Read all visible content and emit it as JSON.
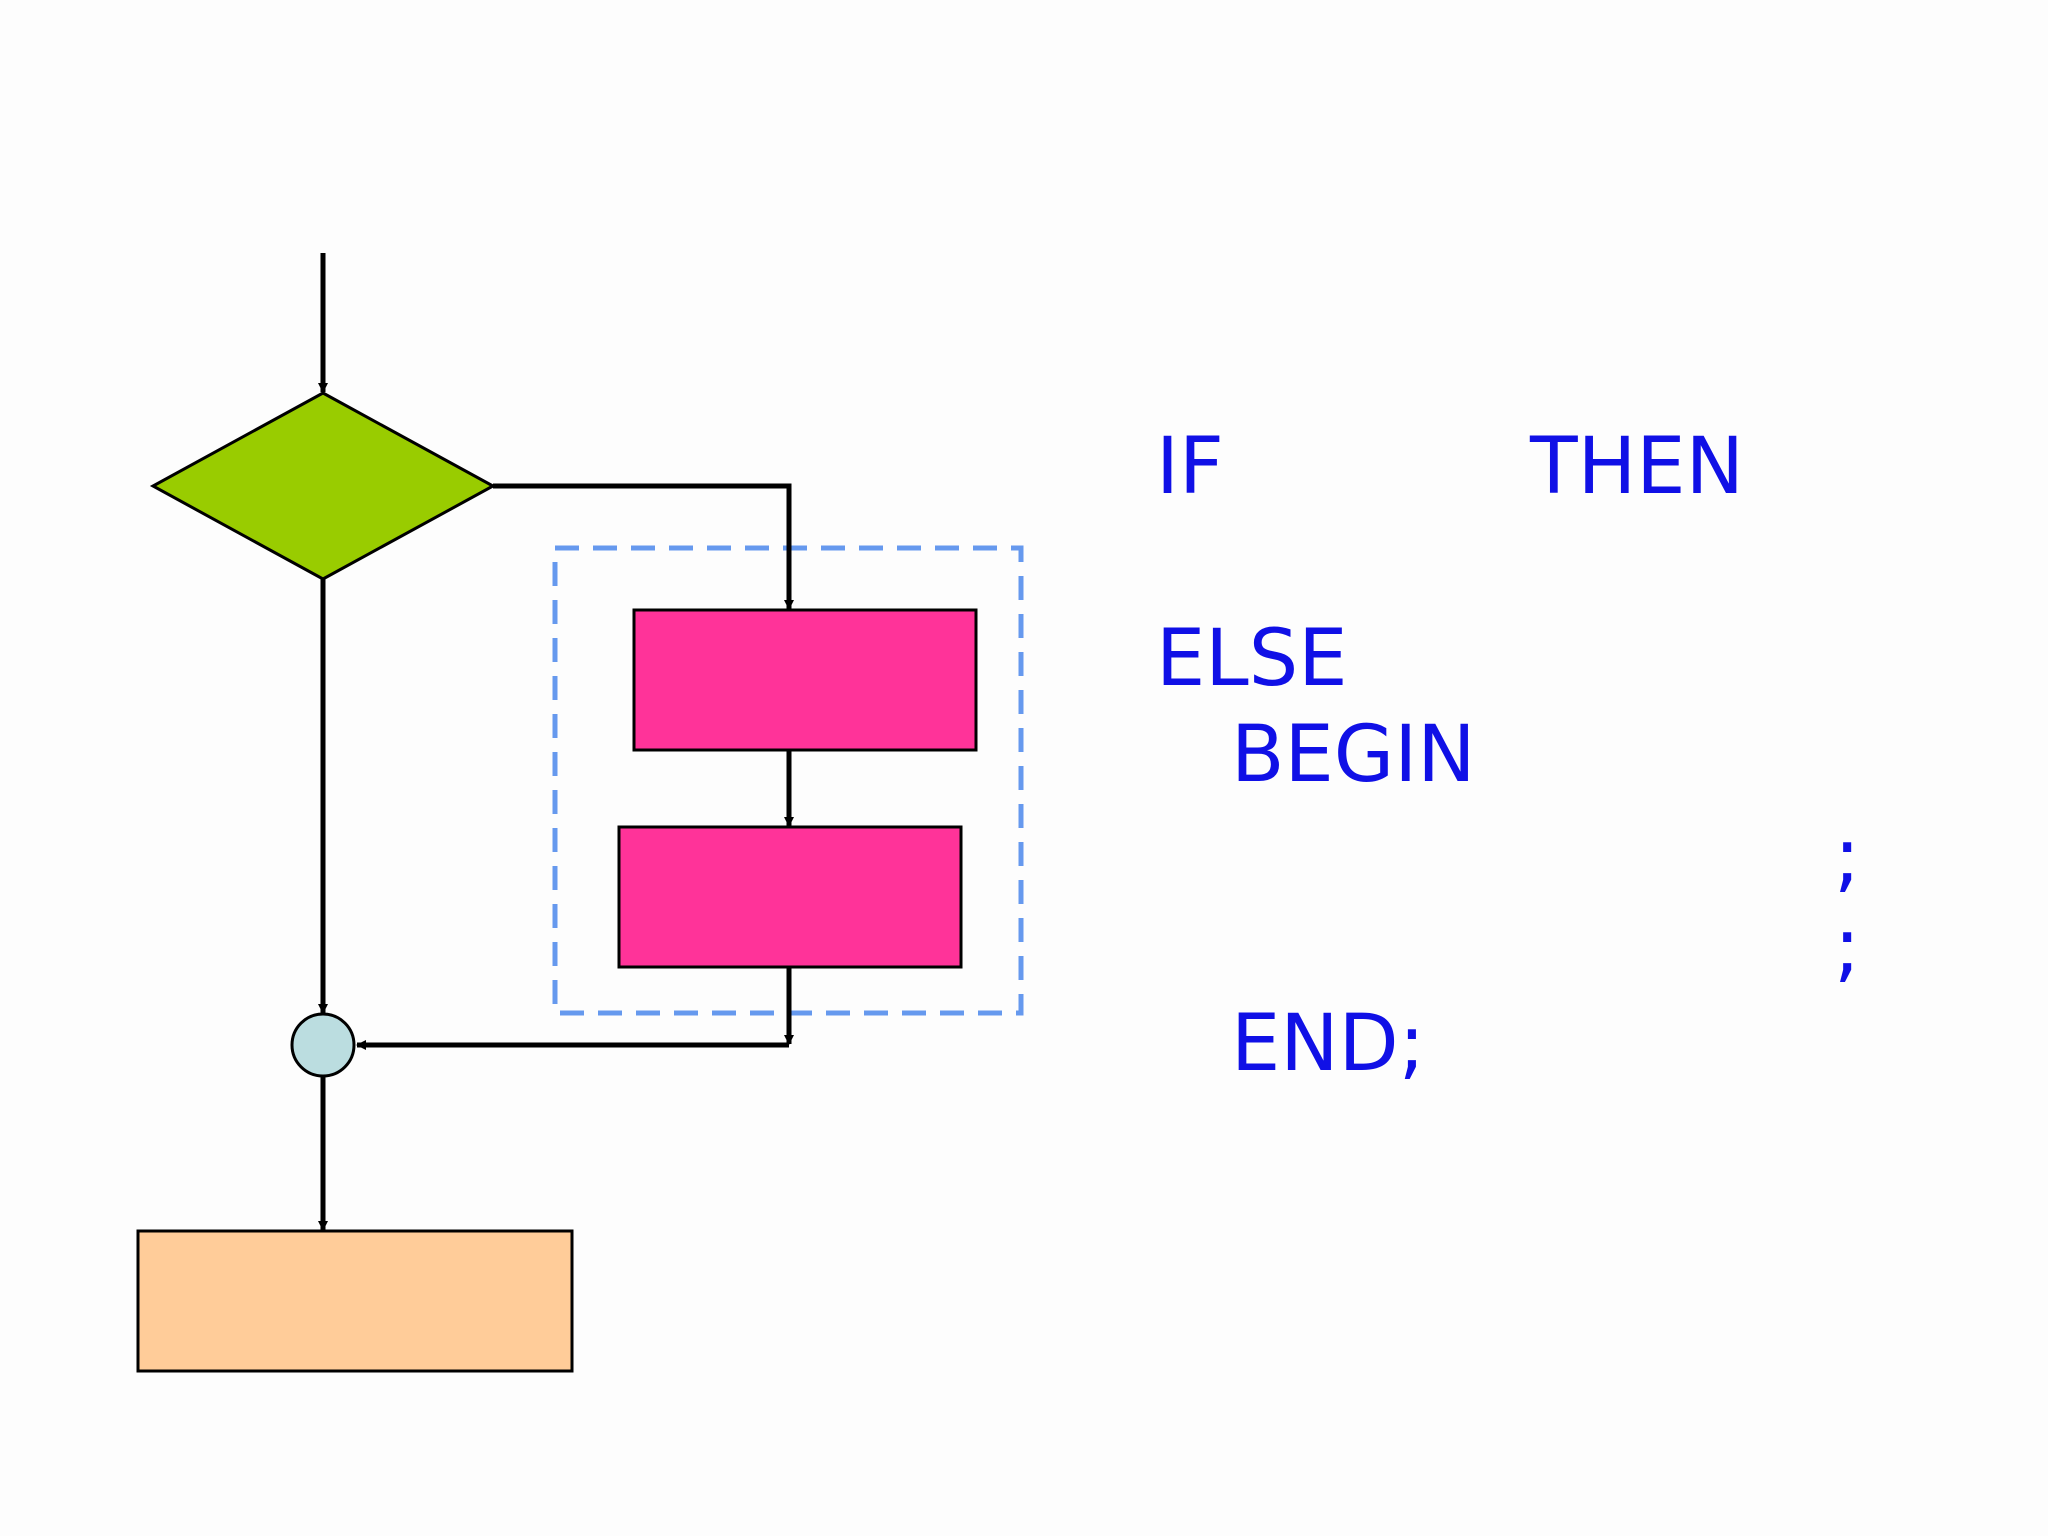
{
  "code": {
    "if": "IF",
    "then": "THEN",
    "else": "ELSE",
    "begin": "BEGIN",
    "semicolon_1": ";",
    "semicolon_2": ";",
    "end": "END;"
  },
  "colors": {
    "text": "#1010e6",
    "condition": "#99cc00",
    "block": "#ff3399",
    "after_block": "#ffcc99",
    "junction": "#bbdde0",
    "group_border": "#6699ee",
    "line": "#000000"
  }
}
